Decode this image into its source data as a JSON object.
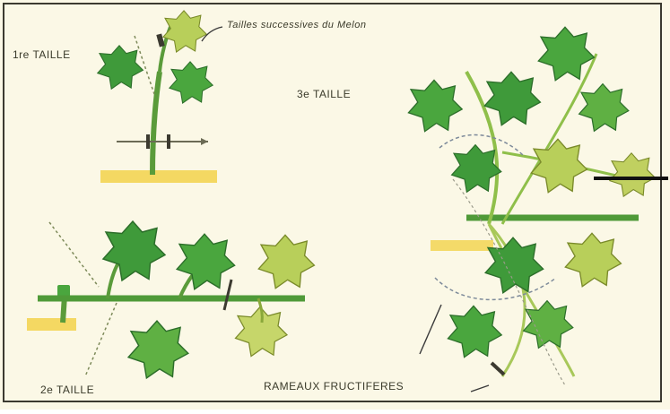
{
  "labels": {
    "first_pruning": "1re TAILLE",
    "title": "Tailles successives du Melon",
    "third_pruning": "3e TAILLE",
    "second_pruning": "2e TAILLE",
    "fruiting_branches": "RAMEAUX FRUCTIFERES"
  },
  "colors": {
    "background": "#fbf8e6",
    "leaf_dark": "#3f9a3a",
    "leaf_light": "#b8cf5a",
    "stem": "#4f9a38",
    "soil": "#f2d24a"
  }
}
